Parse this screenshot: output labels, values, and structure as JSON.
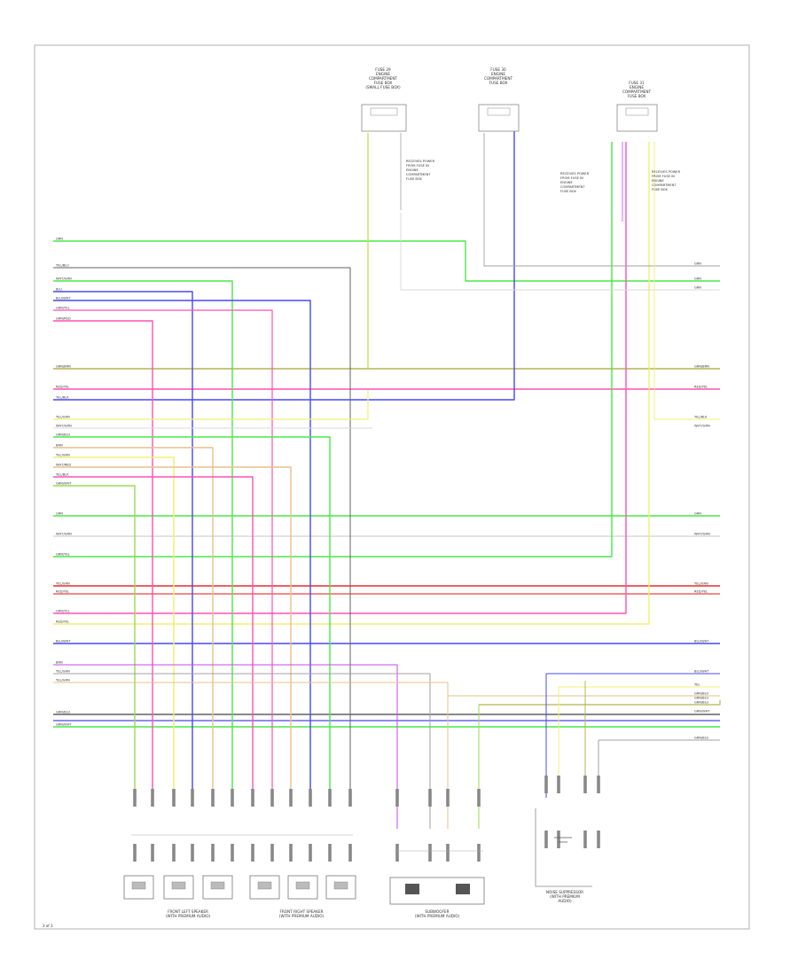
{
  "diagram": {
    "page_label": "3 of 3",
    "components": [
      {
        "id": "ecm_top1",
        "lines": [
          "FUSE 29",
          "ENGINE",
          "COMPARTMENT",
          "FUSE BOX",
          "(SMALL FUSE BOX)"
        ]
      },
      {
        "id": "ecm_top2",
        "lines": [
          "FUSE 30",
          "ENGINE",
          "COMPARTMENT",
          "FUSE BOX"
        ]
      },
      {
        "id": "ecm_top3",
        "lines": [
          "FUSE 31",
          "ENGINE",
          "COMPARTMENT",
          "FUSE BOX"
        ]
      },
      {
        "id": "front_left_speaker_group",
        "lines": [
          "FRONT LEFT SPEAKER",
          "(WITH PREMIUM AUDIO)"
        ]
      },
      {
        "id": "front_right_speaker_group",
        "lines": [
          "FRONT RIGHT SPEAKER",
          "(WITH PREMIUM AUDIO)"
        ]
      },
      {
        "id": "subwoofer",
        "lines": [
          "SUBWOOFER",
          "(WITH PREMIUM AUDIO)"
        ]
      },
      {
        "id": "noise_suppressor",
        "lines": [
          "NOISE SUPPRESSOR",
          "(WITH PREMIUM",
          "AUDIO)"
        ]
      }
    ],
    "notes": [
      {
        "id": "note1",
        "lines": [
          "RECEIVES POWER",
          "FROM FUSE IN",
          "ENGINE",
          "COMPARTMENT",
          "FUSE BOX"
        ]
      },
      {
        "id": "note2",
        "lines": [
          "RECEIVES POWER",
          "FROM FUSE IN",
          "ENGINE",
          "COMPARTMENT",
          "FUSE BOX"
        ]
      },
      {
        "id": "note3",
        "lines": [
          "RECEIVES POWER",
          "FROM FUSE IN",
          "ENGINE",
          "COMPARTMENT",
          "FUSE BOX"
        ]
      }
    ],
    "wire_labels_left": [
      "GRN",
      "YEL/BLU",
      "WHT/GRN",
      "BLU",
      "BLU/WHT",
      "GRN/YEL",
      "GRN/RED",
      "GRN/BRN",
      "RED/YEL",
      "YEL/BLK",
      "YEL/GRN",
      "WHT/GRN",
      "GRN/BLU",
      "BRN",
      "YEL/GRN",
      "WHT/RED",
      "YEL/BLK",
      "GRN/WHT",
      "GRN",
      "WHT/GRN",
      "GRN/YEL",
      "YEL/GRN",
      "RED/YEL",
      "GRN/YEL",
      "RED/YEL",
      "BLU/WHT",
      "BRN",
      "YEL/GRN",
      "YEL/GRN",
      "GRN/BLU",
      "GRN/WHT"
    ],
    "wire_labels_right": [
      "GRN",
      "GRN",
      "GRN",
      "GRN/BRN",
      "RED/YEL",
      "YEL/BLK",
      "WHT/GRN",
      "GRN",
      "WHT/GRN",
      "YEL/GRN",
      "RED/YEL",
      "BLU/WHT",
      "BLU/WHT",
      "YEL",
      "GRN/BLU",
      "GRN/BLU",
      "GRN/BLU",
      "GRN/WHT",
      "GRN/BLU"
    ]
  }
}
